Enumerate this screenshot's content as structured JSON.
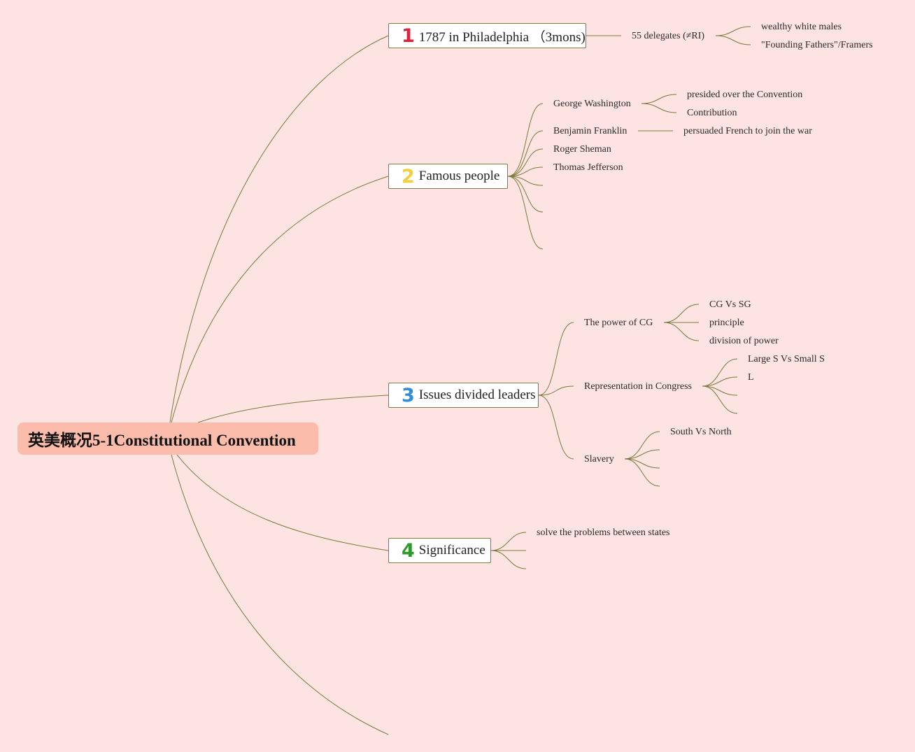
{
  "root": {
    "title": "英美概况5-1Constitutional Convention",
    "color": "#fcbcab"
  },
  "topics": [
    {
      "number": "1",
      "number_color": "#d7263d",
      "label": "1787 in Philadelphia （3mons)"
    },
    {
      "number": "2",
      "number_color": "#f2cf3b",
      "label": "Famous people"
    },
    {
      "number": "3",
      "number_color": "#2e8fd8",
      "label": "Issues divided leaders"
    },
    {
      "number": "4",
      "number_color": "#2e9a2e",
      "label": "Significance"
    }
  ],
  "philadelphia": {
    "delegates": "55 delegates (≠RI)",
    "delegates_details": [
      "wealthy white males",
      "\"Founding Fathers\"/Framers"
    ]
  },
  "famous_people": {
    "washington": {
      "name": "George Washington",
      "details": [
        "presided over the Convention",
        "Contribution"
      ]
    },
    "franklin": {
      "name": "Benjamin Franklin",
      "details": [
        "persuaded French to join the war"
      ]
    },
    "sheman": {
      "name": "Roger Sheman"
    },
    "jefferson": {
      "name": "Thomas Jefferson"
    }
  },
  "issues": {
    "power": {
      "label": "The power of CG",
      "details": [
        "CG Vs SG",
        "principle",
        "division of power"
      ]
    },
    "representation": {
      "label": "Representation in Congress",
      "details": [
        "Large S Vs Small S",
        "L"
      ]
    },
    "slavery": {
      "label": "Slavery",
      "details": [
        "South Vs North"
      ]
    }
  },
  "significance": {
    "details": [
      "solve the problems between states"
    ]
  },
  "line_color": "#7a7a3a"
}
